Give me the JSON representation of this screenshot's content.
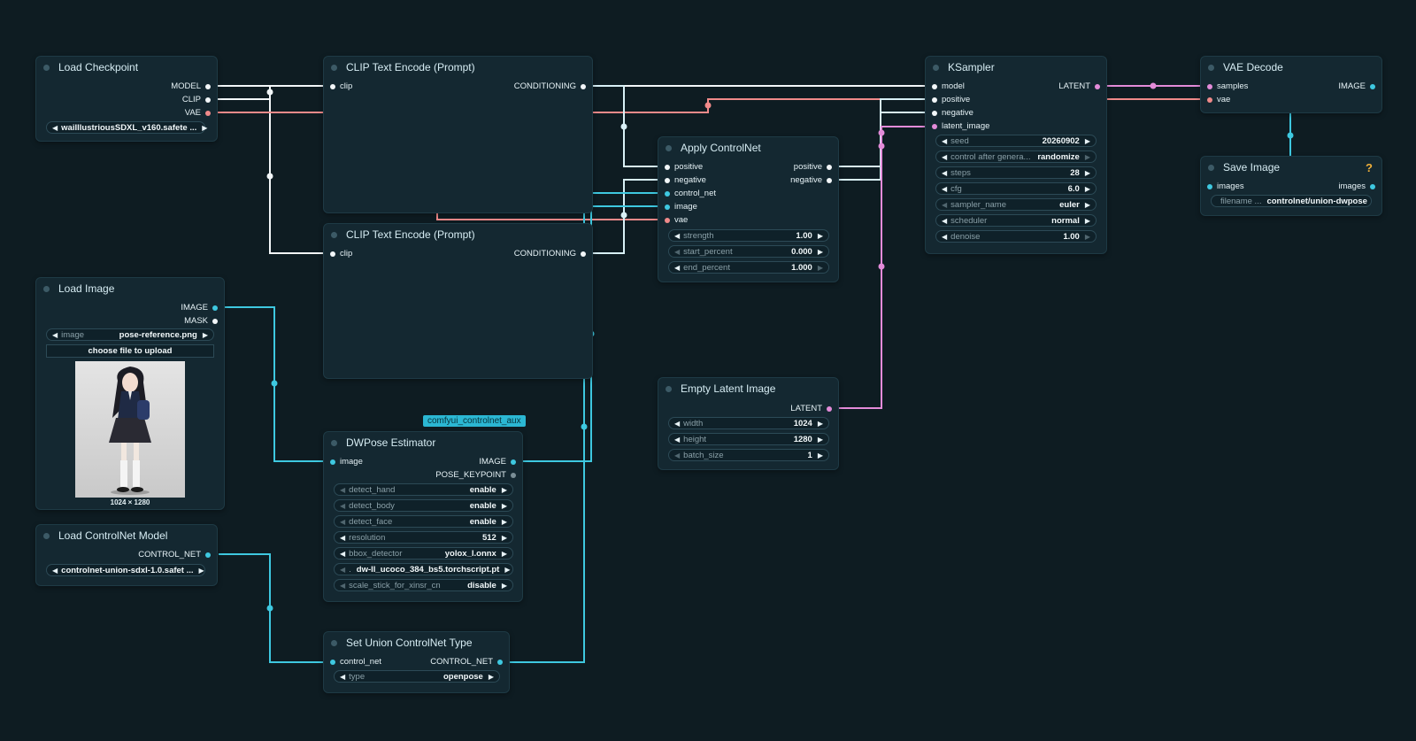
{
  "colors": {
    "background": "#0e1c22",
    "node": "#142831",
    "model_wire": "#f2f6f8",
    "vae_wire": "#f08a8a",
    "cyan_wire": "#3ec8e0",
    "latent_wire": "#e38bd9",
    "badge": "#2bb7d3"
  },
  "load_checkpoint": {
    "title": "Load Checkpoint",
    "outputs": [
      "MODEL",
      "CLIP",
      "VAE"
    ],
    "ckpt_value": "waiIllustriousSDXL_v160.safete ..."
  },
  "clip_encode_1": {
    "title": "CLIP Text Encode (Prompt)",
    "input": "clip",
    "output": "CONDITIONING"
  },
  "clip_encode_2": {
    "title": "CLIP Text Encode (Prompt)",
    "input": "clip",
    "output": "CONDITIONING"
  },
  "load_image": {
    "title": "Load Image",
    "outputs": [
      "IMAGE",
      "MASK"
    ],
    "image_label": "image",
    "image_value": "pose-reference.png",
    "upload_label": "choose file to upload",
    "preview_size": "1024 × 1280"
  },
  "load_controlnet": {
    "title": "Load ControlNet Model",
    "output": "CONTROL_NET",
    "model_value": "controlnet-union-sdxl-1.0.safet ..."
  },
  "dwpose": {
    "badge": "comfyui_controlnet_aux",
    "title": "DWPose Estimator",
    "input": "image",
    "outputs": [
      "IMAGE",
      "POSE_KEYPOINT"
    ],
    "widgets": [
      {
        "label": "detect_hand",
        "value": "enable"
      },
      {
        "label": "detect_body",
        "value": "enable"
      },
      {
        "label": "detect_face",
        "value": "enable"
      },
      {
        "label": "resolution",
        "value": "512"
      },
      {
        "label": "bbox_detector",
        "value": "yolox_l.onnx"
      },
      {
        "label": ".",
        "value": "dw-ll_ucoco_384_bs5.torchscript.pt"
      },
      {
        "label": "scale_stick_for_xinsr_cn",
        "value": "disable"
      }
    ]
  },
  "set_union": {
    "title": "Set Union ControlNet Type",
    "input": "control_net",
    "output": "CONTROL_NET",
    "type_label": "type",
    "type_value": "openpose"
  },
  "apply_controlnet": {
    "title": "Apply ControlNet",
    "inputs": [
      "positive",
      "negative",
      "control_net",
      "image",
      "vae"
    ],
    "outputs": [
      "positive",
      "negative"
    ],
    "widgets": [
      {
        "label": "strength",
        "value": "1.00"
      },
      {
        "label": "start_percent",
        "value": "0.000"
      },
      {
        "label": "end_percent",
        "value": "1.000"
      }
    ]
  },
  "empty_latent": {
    "title": "Empty Latent Image",
    "output": "LATENT",
    "widgets": [
      {
        "label": "width",
        "value": "1024"
      },
      {
        "label": "height",
        "value": "1280"
      },
      {
        "label": "batch_size",
        "value": "1"
      }
    ]
  },
  "ksampler": {
    "title": "KSampler",
    "inputs": [
      "model",
      "positive",
      "negative",
      "latent_image"
    ],
    "output": "LATENT",
    "widgets": [
      {
        "label": "seed",
        "value": "20260902"
      },
      {
        "label": "control after genera...",
        "value": "randomize"
      },
      {
        "label": "steps",
        "value": "28"
      },
      {
        "label": "cfg",
        "value": "6.0"
      },
      {
        "label": "sampler_name",
        "value": "euler"
      },
      {
        "label": "scheduler",
        "value": "normal"
      },
      {
        "label": "denoise",
        "value": "1.00"
      }
    ]
  },
  "vae_decode": {
    "title": "VAE Decode",
    "inputs": [
      "samples",
      "vae"
    ],
    "output": "IMAGE"
  },
  "save_image": {
    "title": "Save Image",
    "help": "?",
    "input": "images",
    "output": "images",
    "filename_label": "filename ...",
    "filename_value": "controlnet/union-dwpose"
  }
}
